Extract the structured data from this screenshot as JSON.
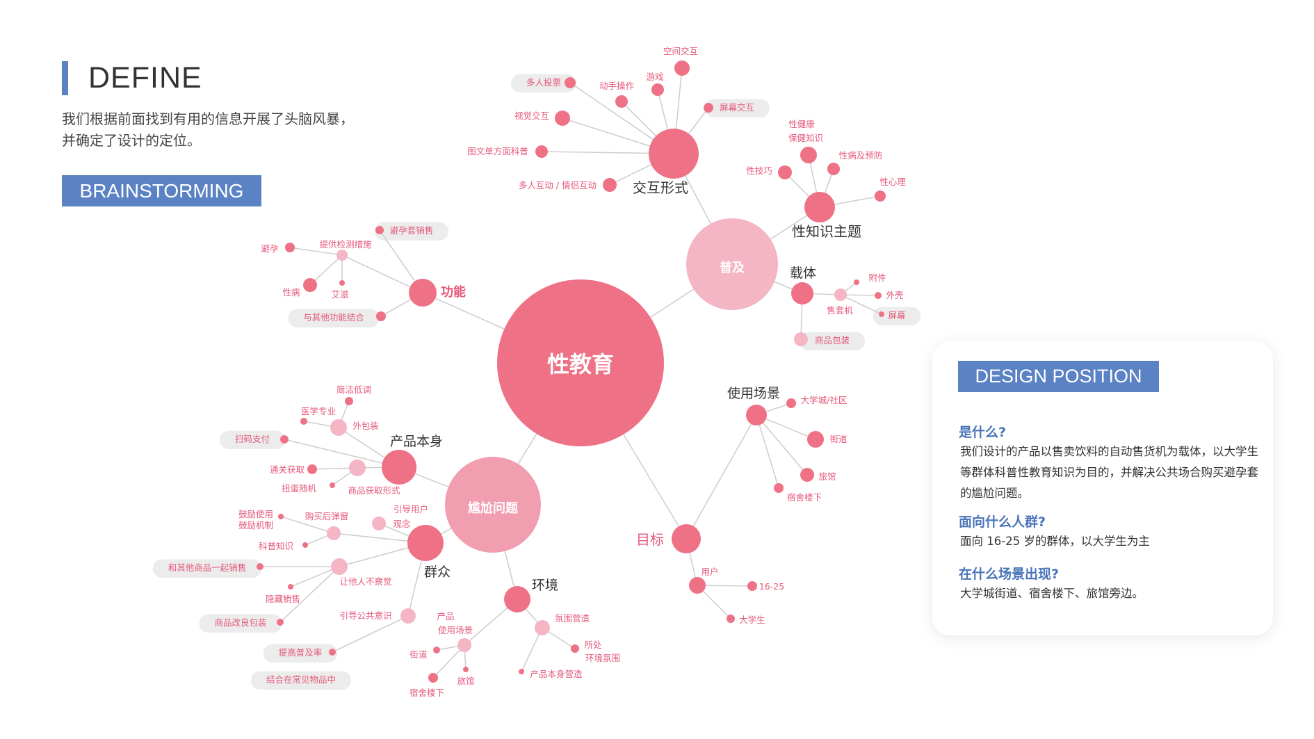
{
  "header": {
    "title": "DEFINE",
    "intro_lines": [
      "我们根据前面找到有用的信息开展了头脑风暴，",
      "并确定了设计的定位。"
    ],
    "brainstorm_tag": "BRAINSTORMING"
  },
  "colors": {
    "accent_blue": "#5b82c4",
    "node_dark": "#ee7186",
    "node_medium": "#f19eb1",
    "node_light": "#f4b5c4",
    "pill_bg": "#ececec",
    "label_pink": "#e5587a",
    "edge": "#cfcfcf"
  },
  "mindmap": {
    "center": "性教育",
    "big_nodes": [
      {
        "id": "popularize",
        "label": "普及"
      },
      {
        "id": "awkward",
        "label": "尴尬问题"
      }
    ],
    "main_nodes": [
      {
        "id": "interaction",
        "label": "交互形式"
      },
      {
        "id": "topics",
        "label": "性知识主题"
      },
      {
        "id": "carrier",
        "label": "载体"
      },
      {
        "id": "function",
        "label": "功能"
      },
      {
        "id": "scene",
        "label": "使用场景"
      },
      {
        "id": "goal",
        "label": "目标"
      },
      {
        "id": "product",
        "label": "产品本身"
      },
      {
        "id": "public",
        "label": "群众"
      },
      {
        "id": "env",
        "label": "环境"
      }
    ],
    "leaves": [
      {
        "id": "l1",
        "label": "空间交互"
      },
      {
        "id": "l2",
        "label": "游戏"
      },
      {
        "id": "l3",
        "label": "动手操作"
      },
      {
        "id": "l4",
        "label": "多人投票"
      },
      {
        "id": "l5",
        "label": "屏幕交互"
      },
      {
        "id": "l6",
        "label": "视觉交互"
      },
      {
        "id": "l7",
        "label": "图文单方面科普"
      },
      {
        "id": "l8",
        "label": "多人互动 / 情侣互动"
      },
      {
        "id": "l9",
        "label": "性健康"
      },
      {
        "id": "l10",
        "label": "保健知识"
      },
      {
        "id": "l11",
        "label": "性病及预防"
      },
      {
        "id": "l12",
        "label": "性技巧"
      },
      {
        "id": "l13",
        "label": "性心理"
      },
      {
        "id": "l14",
        "label": "附件"
      },
      {
        "id": "l15",
        "label": "外壳"
      },
      {
        "id": "l16",
        "label": "售套机"
      },
      {
        "id": "l17",
        "label": "屏幕"
      },
      {
        "id": "l18",
        "label": "商品包装"
      },
      {
        "id": "l19",
        "label": "避孕套销售"
      },
      {
        "id": "l20",
        "label": "提供检测措施"
      },
      {
        "id": "l21",
        "label": "避孕"
      },
      {
        "id": "l22",
        "label": "性病"
      },
      {
        "id": "l23",
        "label": "艾滋"
      },
      {
        "id": "l24",
        "label": "与其他功能结合"
      },
      {
        "id": "l25",
        "label": "大学城/社区"
      },
      {
        "id": "l26",
        "label": "街道"
      },
      {
        "id": "l27",
        "label": "旅馆"
      },
      {
        "id": "l28",
        "label": "宿舍楼下"
      },
      {
        "id": "l29",
        "label": "用户"
      },
      {
        "id": "l30",
        "label": "16-25"
      },
      {
        "id": "l31",
        "label": "大学生"
      },
      {
        "id": "l32",
        "label": "简洁低调"
      },
      {
        "id": "l33",
        "label": "医学专业"
      },
      {
        "id": "l34",
        "label": "外包装"
      },
      {
        "id": "l35",
        "label": "扫码支付"
      },
      {
        "id": "l36",
        "label": "通关获取"
      },
      {
        "id": "l37",
        "label": "扭蛋随机"
      },
      {
        "id": "l38",
        "label": "商品获取形式"
      },
      {
        "id": "l39",
        "label": "鼓励使用"
      },
      {
        "id": "l40",
        "label": "鼓励机制"
      },
      {
        "id": "l41",
        "label": "购买后弹窗"
      },
      {
        "id": "l42",
        "label": "引导用户"
      },
      {
        "id": "l43",
        "label": "观念"
      },
      {
        "id": "l44",
        "label": "科普知识"
      },
      {
        "id": "l45",
        "label": "和其他商品一起销售"
      },
      {
        "id": "l46",
        "label": "让他人不察觉"
      },
      {
        "id": "l47",
        "label": "隐藏销售"
      },
      {
        "id": "l48",
        "label": "商品改良包装"
      },
      {
        "id": "l49",
        "label": "引导公共意识"
      },
      {
        "id": "l50",
        "label": "提高普及率"
      },
      {
        "id": "l51",
        "label": "结合在常见物品中"
      },
      {
        "id": "l52",
        "label": "产品"
      },
      {
        "id": "l53",
        "label": "使用场景"
      },
      {
        "id": "l54",
        "label": "街道"
      },
      {
        "id": "l55",
        "label": "旅馆"
      },
      {
        "id": "l56",
        "label": "宿舍楼下"
      },
      {
        "id": "l57",
        "label": "氛围营造"
      },
      {
        "id": "l58",
        "label": "所处"
      },
      {
        "id": "l59",
        "label": "环境氛围"
      },
      {
        "id": "l60",
        "label": "产品本身营造"
      }
    ]
  },
  "design_position": {
    "tag": "DESIGN POSITION",
    "q1": "是什么?",
    "a1": "我们设计的产品以售卖饮料的自动售货机为载体，以大学生等群体科普性教育知识为目的，并解决公共场合购买避孕套的尴尬问题。",
    "q2": "面向什么人群?",
    "a2": "面向 16-25 岁的群体，以大学生为主",
    "q3": "在什么场景出现?",
    "a3": "大学城街道、宿舍楼下、旅馆旁边。"
  }
}
